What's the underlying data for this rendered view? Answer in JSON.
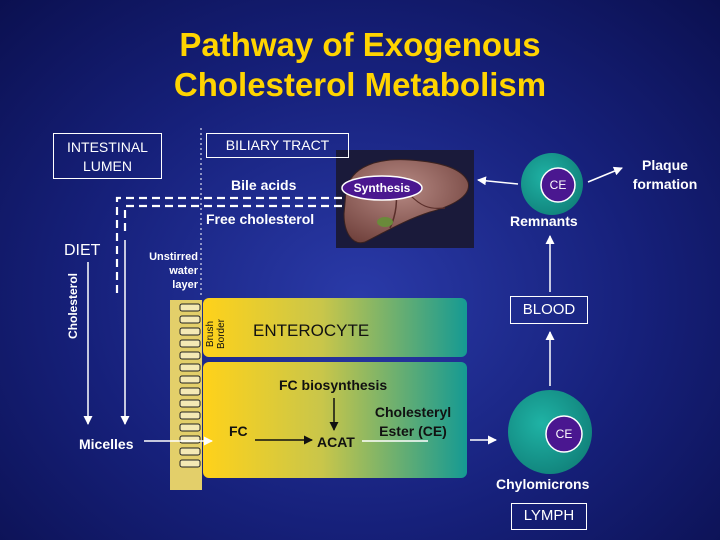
{
  "title": {
    "line1": "Pathway of Exogenous",
    "line2": "Cholesterol Metabolism"
  },
  "labels": {
    "intestinal_lumen_1": "INTESTINAL",
    "intestinal_lumen_2": "LUMEN",
    "biliary_tract": "BILIARY TRACT",
    "bile_acids": "Bile acids",
    "free_cholesterol": "Free cholesterol",
    "synthesis": "Synthesis",
    "diet": "DIET",
    "cholesterol_vertical": "Cholesterol",
    "unstirred_1": "Unstirred",
    "unstirred_2": "water",
    "unstirred_3": "layer",
    "brush": "Brush",
    "border": "Border",
    "enterocyte": "ENTEROCYTE",
    "fc_biosynthesis": "FC biosynthesis",
    "cholesteryl": "Cholesteryl",
    "ester_ce": "Ester (CE)",
    "fc": "FC",
    "acat": "ACAT",
    "micelles": "Micelles",
    "plaque": "Plaque",
    "formation": "formation",
    "ce_remnant": "CE",
    "remnants": "Remnants",
    "blood": "BLOOD",
    "ce_chylo": "CE",
    "chylomicrons": "Chylomicrons",
    "lymph": "LYMPH"
  },
  "colors": {
    "title": "#ffd400",
    "background": "#16207a",
    "enterocyte_left": "#ffd21a",
    "enterocyte_right": "#159a93",
    "particle_outer": "#1aa59a",
    "particle_inner": "#4a1790",
    "liver": "#8b5a55"
  },
  "icons": {
    "liver": "liver-illustration"
  }
}
